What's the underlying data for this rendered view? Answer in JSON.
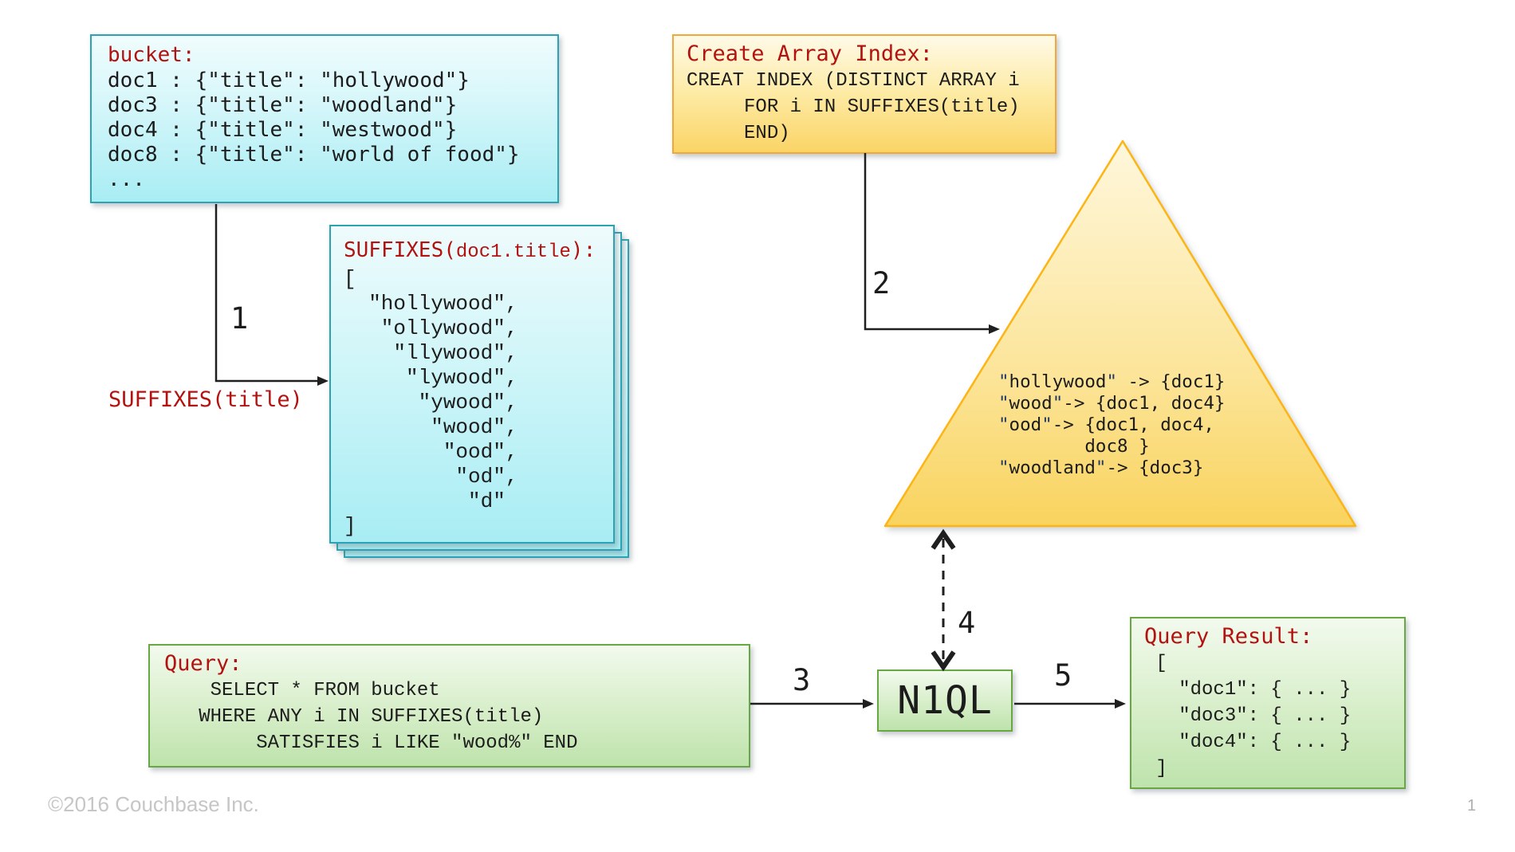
{
  "bucket_box": {
    "title": "bucket:",
    "code": "doc1 : {\"title\": \"hollywood\"}\ndoc3 : {\"title\": \"woodland\"}\ndoc4 : {\"title\": \"westwood\"}\ndoc8 : {\"title\": \"world of food\"}\n..."
  },
  "suffixes_box": {
    "title_fn": "SUFFIXES(",
    "title_arg": "doc1.title",
    "title_close": "):",
    "code": "[\n  \"hollywood\",\n   \"ollywood\",\n    \"llywood\",\n     \"lywood\",\n      \"ywood\",\n       \"wood\",\n        \"ood\",\n         \"od\",\n          \"d\"\n]"
  },
  "create_index_box": {
    "title": "Create Array Index:",
    "code": "CREAT INDEX (DISTINCT ARRAY i\n     FOR i IN SUFFIXES(title)\n     END)"
  },
  "index_triangle": {
    "code": "\"hollywood\" -> {doc1}\n\"wood\"-> {doc1, doc4}\n\"ood\"-> {doc1, doc4,\n        doc8 }\n\"woodland\"-> {doc3}"
  },
  "query_box": {
    "title": "Query:",
    "code": "    SELECT * FROM bucket\n   WHERE ANY i IN SUFFIXES(title)\n        SATISFIES i LIKE \"wood%\" END"
  },
  "n1ql_box": {
    "label": "N1QL"
  },
  "result_box": {
    "title": "Query Result:",
    "code": " [\n   \"doc1\": { ... }\n   \"doc3\": { ... }\n   \"doc4\": { ... }\n ]"
  },
  "flow_labels": {
    "step1": "1",
    "step2": "2",
    "step3": "3",
    "step4": "4",
    "step5": "5",
    "suffixes_fn": "SUFFIXES(title)"
  },
  "footer": {
    "copyright": "©2016 Couchbase Inc.",
    "page_number": "1"
  },
  "colors": {
    "title_red": "#B21311",
    "quote_navy": "#1F3864",
    "cyan_border": "#2AA4B5",
    "yellow_border": "#F1A83B",
    "triangle_stroke": "#FCB515",
    "green_border": "#67A845"
  }
}
